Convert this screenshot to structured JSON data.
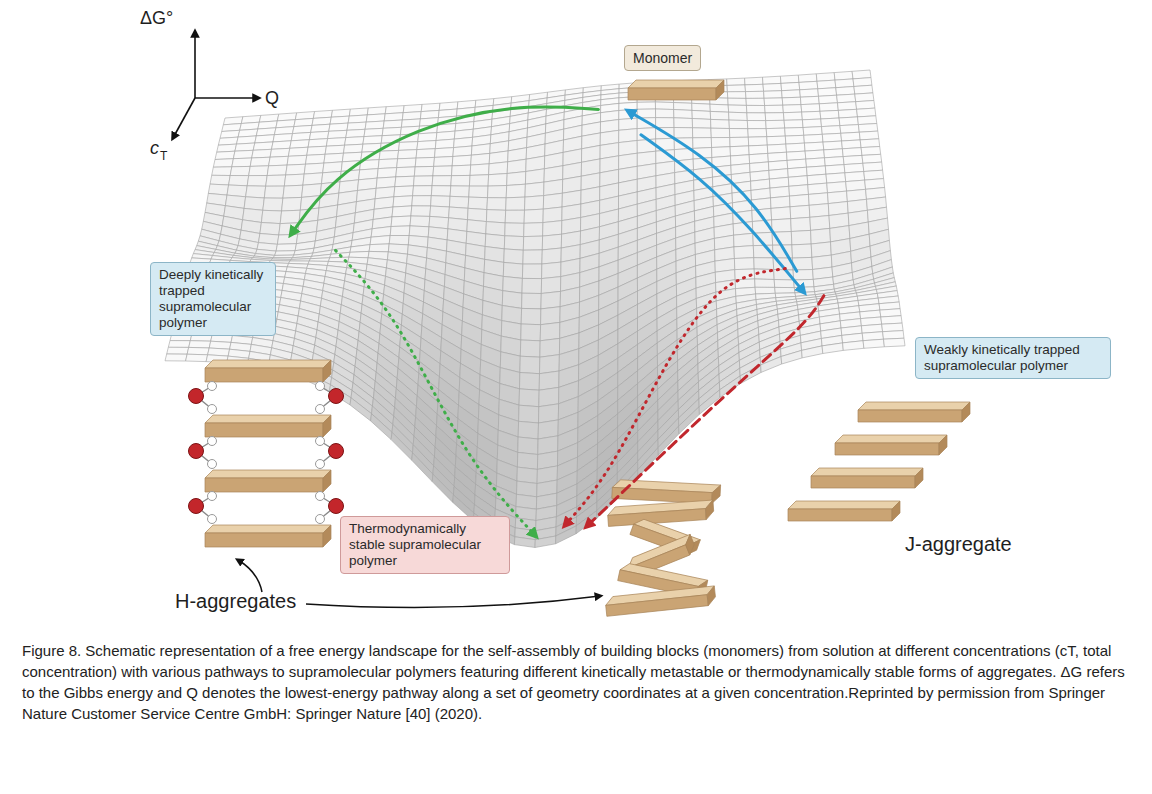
{
  "diagram": {
    "caption": "Figure 8. Schematic representation of a free energy landscape for the self-assembly of building blocks (monomers) from solution at different concentrations (cT, total concentration) with various pathways to supramolecular polymers featuring different kinetically metastable or thermodynamically stable forms of aggregates. ΔG refers to the Gibbs energy and Q denotes the lowest-energy pathway along a set of geometry coordinates at a given concentration.Reprinted by permission from Springer Nature Customer Service Centre GmbH: Springer Nature [40] (2020).",
    "nodes": [
      {
        "text": [
          "Monomer"
        ]
      },
      {
        "text": [
          "Deeply kinetically trapped supramolecular polymer"
        ]
      },
      {
        "text": [
          "Weakly kinetically trapped supramolecular polymer"
        ]
      },
      {
        "text": [
          "Thermodynamically stable supramolecular polymer"
        ]
      }
    ],
    "labels": [
      "ΔG°",
      "Q",
      "c",
      "T",
      "J-aggregate",
      "H-aggregates"
    ]
  }
}
